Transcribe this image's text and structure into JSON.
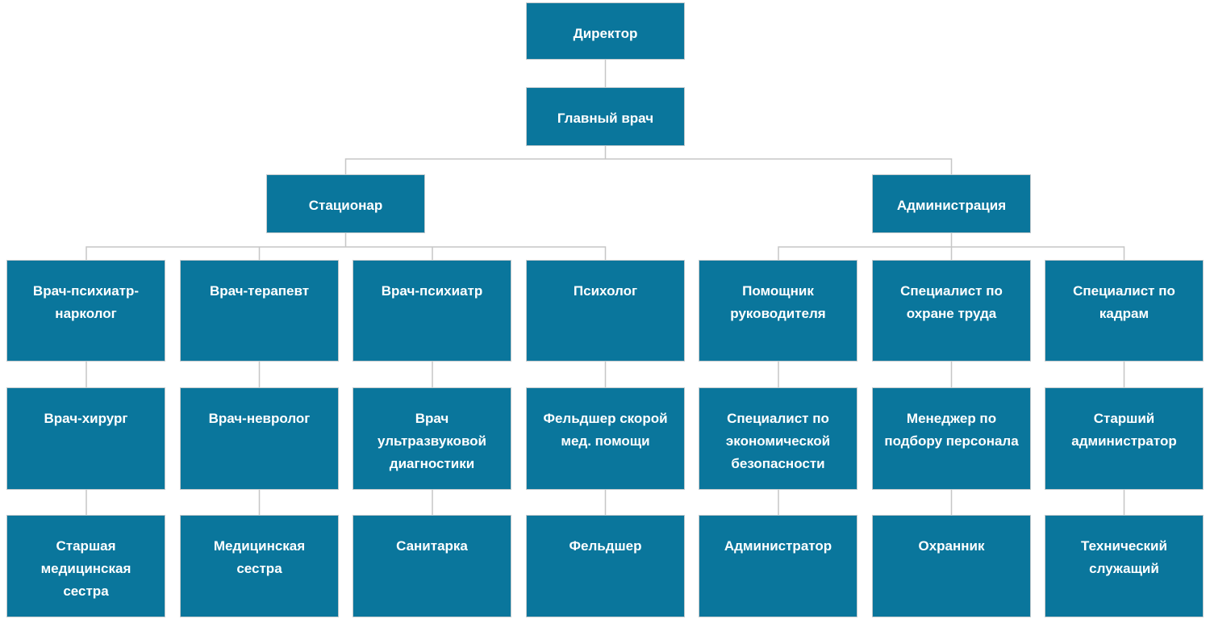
{
  "colors": {
    "background": "#ffffff",
    "node_fill": "#0a769c",
    "node_border": "#c3cacd",
    "node_text": "#ffffff",
    "connector": "#c6c6c6"
  },
  "org": {
    "director": "Директор",
    "chief_physician": "Главный врач",
    "branches": [
      {
        "label": "Стационар",
        "columns": [
          {
            "head": "Врач-психиатр-нарколог",
            "middle": "Врач-хирург",
            "bottom": "Старшая медицинская сестра"
          },
          {
            "head": "Врач-терапевт",
            "middle": "Врач-невролог",
            "bottom": "Медицинская сестра"
          },
          {
            "head": "Врач-психиатр",
            "middle": "Врач ультразвуковой диагностики",
            "bottom": "Санитарка"
          },
          {
            "head": "Психолог",
            "middle": "Фельдшер скорой мед. помощи",
            "bottom": "Фельдшер"
          }
        ]
      },
      {
        "label": "Администрация",
        "columns": [
          {
            "head": "Помощник руководителя",
            "middle": "Специалист по экономической безопасности",
            "bottom": "Администратор"
          },
          {
            "head": "Специалист по охране труда",
            "middle": "Менеджер по подбору персонала",
            "bottom": "Охранник"
          },
          {
            "head": "Специалист по кадрам",
            "middle": "Старший администратор",
            "bottom": "Технический служащий"
          }
        ]
      }
    ]
  }
}
